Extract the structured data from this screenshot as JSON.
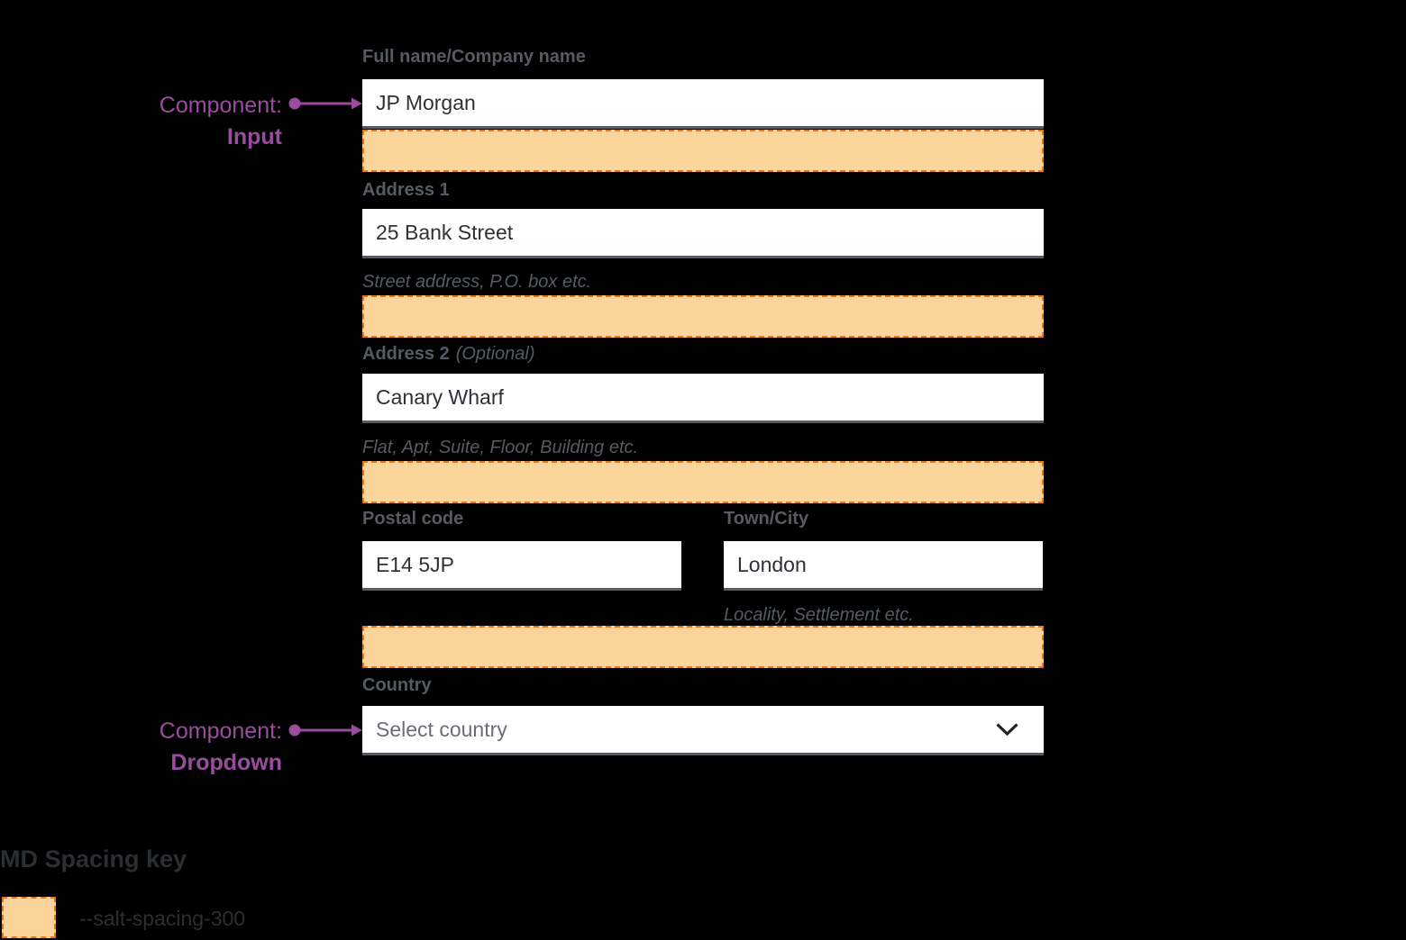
{
  "colors": {
    "canvas-bg": "#000000",
    "accent": "#9a4c9e",
    "label": "#565b63",
    "input-text": "#2e3236",
    "input-bg": "#ffffff",
    "input-border": "#575c63",
    "placeholder": "#6a6e74",
    "chevron": "#222528",
    "spacing-fill": "#fbd49c",
    "spacing-border": "#e8731a",
    "key-text": "#2b2e32"
  },
  "annotations": {
    "input": {
      "prefix": "Component:",
      "label": "Input"
    },
    "dropdown": {
      "prefix": "Component:",
      "label": "Dropdown"
    }
  },
  "form": {
    "full_name": {
      "label": "Full name/Company name",
      "value": "JP Morgan"
    },
    "address1": {
      "label": "Address 1",
      "value": "25 Bank Street",
      "helper": "Street address, P.O. box etc."
    },
    "address2": {
      "label": "Address 2",
      "optional_suffix": "(Optional)",
      "value": "Canary Wharf",
      "helper": "Flat, Apt, Suite, Floor, Building etc."
    },
    "postal_code": {
      "label": "Postal code",
      "value": "E14 5JP"
    },
    "town_city": {
      "label": "Town/City",
      "value": "London",
      "helper": "Locality, Settlement etc."
    },
    "country": {
      "label": "Country",
      "placeholder": "Select country"
    }
  },
  "icons": {
    "country_dropdown": "chevron-down-icon"
  },
  "spacing_key": {
    "title": "MD Spacing key",
    "token": "--salt-spacing-300"
  }
}
